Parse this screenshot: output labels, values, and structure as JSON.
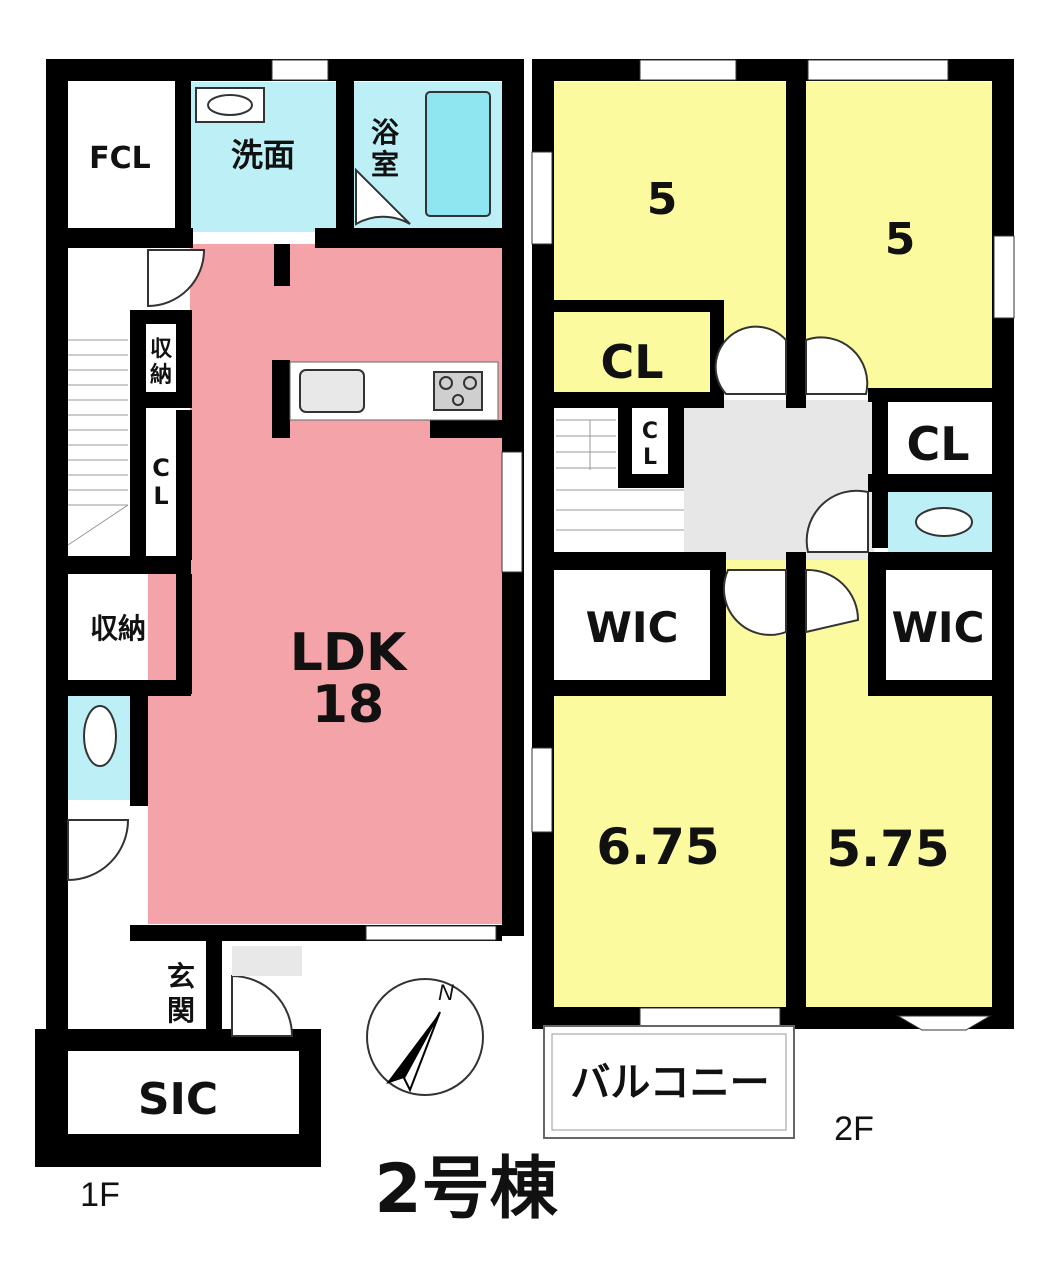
{
  "colors": {
    "ldk": "#f4a3a8",
    "bedroom": "#fbfa9f",
    "wet": "#bdf0f6",
    "wall": "#000000",
    "hall": "#e7e7e7"
  },
  "floor1": {
    "label": "1F",
    "rooms": {
      "fcl": "FCL",
      "senmen": "洗面",
      "yokushitsu_1": "浴",
      "yokushitsu_2": "室",
      "shuno_small_1": "収",
      "shuno_small_2": "納",
      "cl_1": "C",
      "cl_2": "L",
      "shuno": "収納",
      "ldk_name": "LDK",
      "ldk_size": "18",
      "genkan_1": "玄",
      "genkan_2": "関",
      "sic": "SIC"
    }
  },
  "floor2": {
    "label": "2F",
    "rooms": {
      "room_nw": "5",
      "room_ne": "5",
      "cl_left": "CL",
      "cl_small_1": "C",
      "cl_small_2": "L",
      "cl_right": "CL",
      "wic_left": "WIC",
      "wic_right": "WIC",
      "room_sw": "6.75",
      "room_se": "5.75",
      "balcony": "バルコニー"
    }
  },
  "compass": {
    "north": "N",
    "icon": "compass-north-arrow-icon"
  },
  "building": "2号棟"
}
